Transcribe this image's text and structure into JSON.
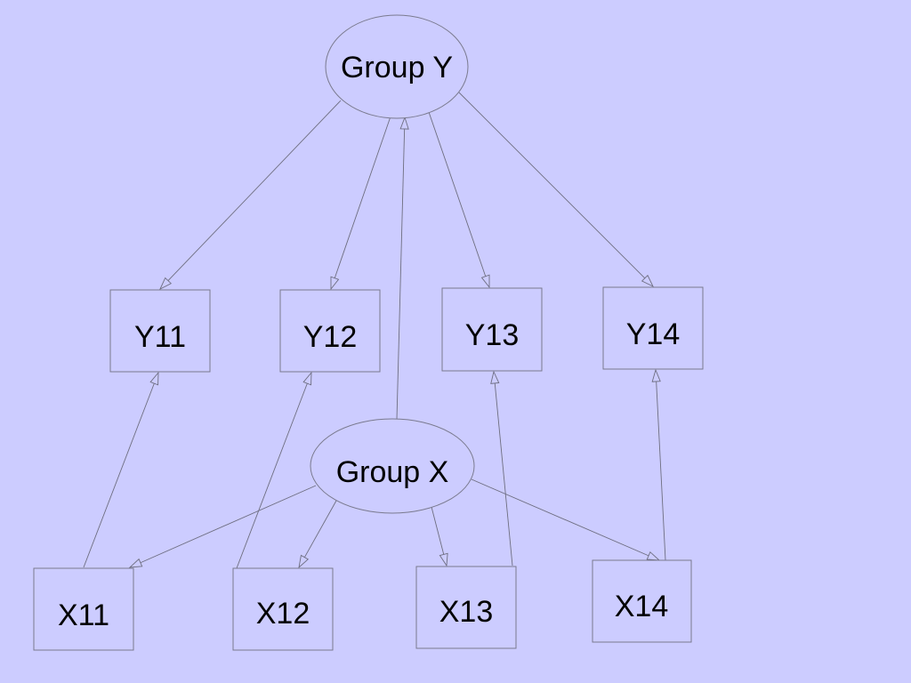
{
  "colors": {
    "background": "#ccccff",
    "node_fill": "#ccccff",
    "node_stroke": "#7a7a8e",
    "edge_stroke": "#6e6e80",
    "text": "#000000"
  },
  "nodes": {
    "group_y": {
      "label": "Group Y",
      "shape": "ellipse"
    },
    "group_x": {
      "label": "Group X",
      "shape": "ellipse"
    },
    "y11": {
      "label": "Y11",
      "shape": "box"
    },
    "y12": {
      "label": "Y12",
      "shape": "box"
    },
    "y13": {
      "label": "Y13",
      "shape": "box"
    },
    "y14": {
      "label": "Y14",
      "shape": "box"
    },
    "x11": {
      "label": "X11",
      "shape": "box"
    },
    "x12": {
      "label": "X12",
      "shape": "box"
    },
    "x13": {
      "label": "X13",
      "shape": "box"
    },
    "x14": {
      "label": "X14",
      "shape": "box"
    }
  },
  "edges": [
    {
      "from": "group_y",
      "to": "y11"
    },
    {
      "from": "group_y",
      "to": "y12"
    },
    {
      "from": "group_y",
      "to": "y13"
    },
    {
      "from": "group_y",
      "to": "y14"
    },
    {
      "from": "group_x",
      "to": "group_y"
    },
    {
      "from": "group_x",
      "to": "x11"
    },
    {
      "from": "group_x",
      "to": "x12"
    },
    {
      "from": "group_x",
      "to": "x13"
    },
    {
      "from": "group_x",
      "to": "x14"
    },
    {
      "from": "x11",
      "to": "y11"
    },
    {
      "from": "x12",
      "to": "y12"
    },
    {
      "from": "x13",
      "to": "y13"
    },
    {
      "from": "x14",
      "to": "y14"
    }
  ]
}
